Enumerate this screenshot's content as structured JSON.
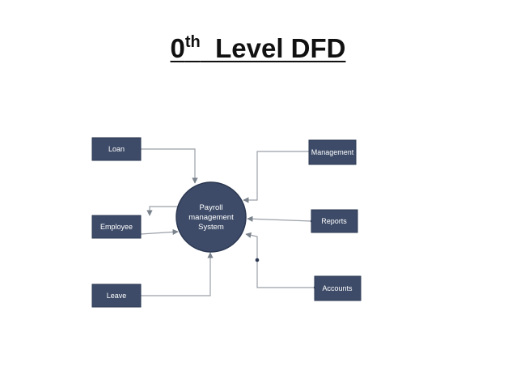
{
  "title": {
    "main": "0",
    "superscript": "th",
    "rest": "  Level DFD"
  },
  "colors": {
    "node_fill": "#3d4b68",
    "node_stroke": "#2c3852",
    "line": "#9aa0a8",
    "title": "#111111"
  },
  "process": {
    "lines": [
      "Payroll",
      "management",
      "System"
    ]
  },
  "entities": {
    "loan": "Loan",
    "employee": "Employee",
    "leave": "Leave",
    "management": "Management",
    "reports": "Reports",
    "accounts": "Accounts"
  }
}
